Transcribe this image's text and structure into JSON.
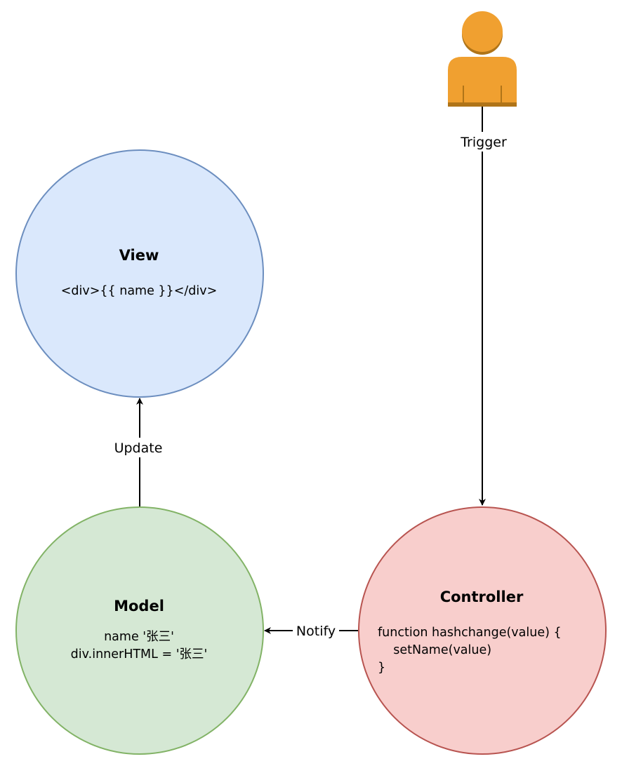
{
  "nodes": {
    "view": {
      "title": "View",
      "lines": [
        "<div>{{ name }}</div>"
      ],
      "fill": "#dae8fc",
      "stroke": "#6c8ebf"
    },
    "model": {
      "title": "Model",
      "lines": [
        "name '张三'",
        "div.innerHTML = '张三'"
      ],
      "fill": "#d5e8d4",
      "stroke": "#82b366"
    },
    "controller": {
      "title": "Controller",
      "lines": [
        "function hashchange(value) {",
        "    setName(value)",
        "}"
      ],
      "fill": "#f8cecc",
      "stroke": "#b85450"
    },
    "user": {
      "icon": "user-icon",
      "color": "#f0a030",
      "shade": "#b07418"
    }
  },
  "edges": {
    "trigger": "Trigger",
    "update": "Update",
    "notify": "Notify"
  }
}
